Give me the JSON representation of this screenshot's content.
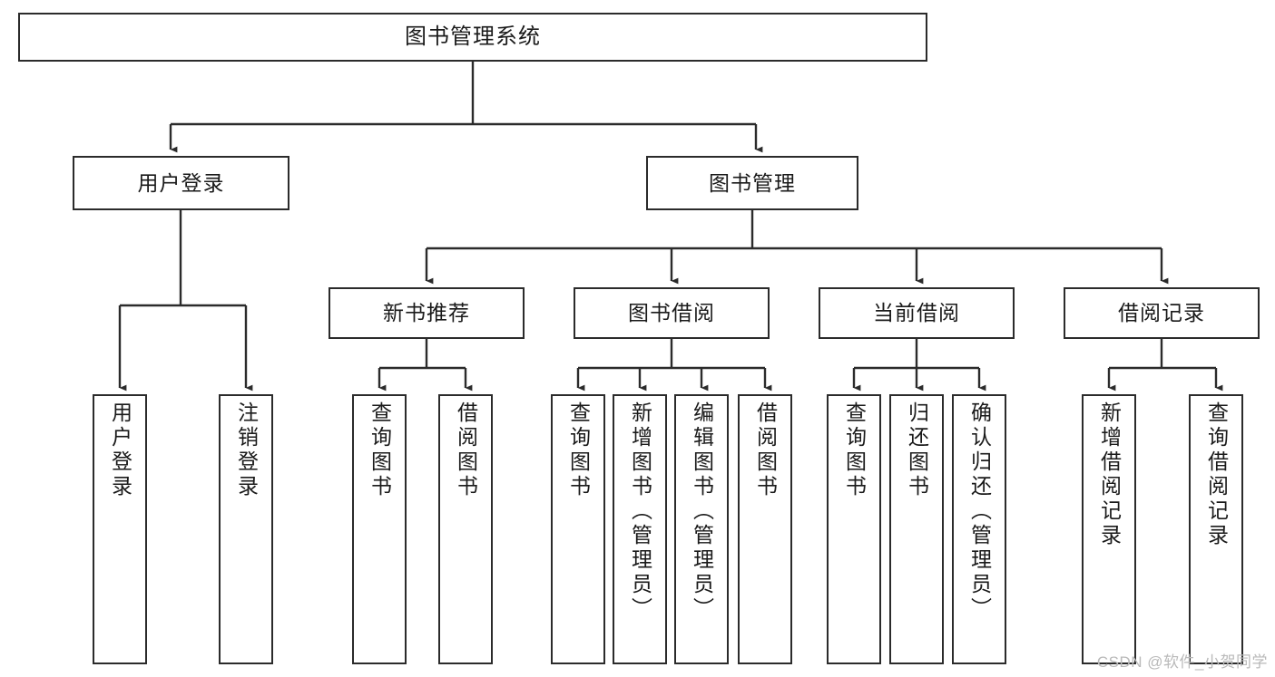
{
  "diagram": {
    "title": "图书管理系统",
    "type": "tree",
    "orientation": "top-down",
    "colors": {
      "box_border": "#2b2b2b",
      "box_fill": "#ffffff",
      "connector": "#2b2b2b",
      "text": "#1a1a1a",
      "background": "#ffffff",
      "watermark": "#b9b9b9"
    }
  },
  "nodes": {
    "root": {
      "label": "图书管理系统",
      "level": 1
    },
    "level2": [
      {
        "id": "user-login",
        "label": "用户登录"
      },
      {
        "id": "book-management",
        "label": "图书管理"
      }
    ],
    "level3": [
      {
        "id": "new-book-recommend",
        "label": "新书推荐",
        "parent": "book-management"
      },
      {
        "id": "book-borrow",
        "label": "图书借阅",
        "parent": "book-management"
      },
      {
        "id": "current-borrow",
        "label": "当前借阅",
        "parent": "book-management"
      },
      {
        "id": "borrow-record",
        "label": "借阅记录",
        "parent": "book-management"
      }
    ],
    "leaves": [
      {
        "id": "leaf-user-login",
        "label": "用户登录",
        "parent": "user-login"
      },
      {
        "id": "leaf-user-logout",
        "label": "注销登录",
        "parent": "user-login"
      },
      {
        "id": "leaf-query-book-1",
        "label": "查询图书",
        "parent": "new-book-recommend"
      },
      {
        "id": "leaf-borrow-book-1",
        "label": "借阅图书",
        "parent": "new-book-recommend"
      },
      {
        "id": "leaf-query-book-2",
        "label": "查询图书",
        "parent": "book-borrow"
      },
      {
        "id": "leaf-add-book",
        "label": "新增图书（管理员）",
        "parent": "book-borrow"
      },
      {
        "id": "leaf-edit-book",
        "label": "编辑图书（管理员）",
        "parent": "book-borrow"
      },
      {
        "id": "leaf-borrow-book-2",
        "label": "借阅图书",
        "parent": "book-borrow"
      },
      {
        "id": "leaf-query-book-3",
        "label": "查询图书",
        "parent": "current-borrow"
      },
      {
        "id": "leaf-return-book",
        "label": "归还图书",
        "parent": "current-borrow"
      },
      {
        "id": "leaf-confirm-return",
        "label": "确认归还（管理员）",
        "parent": "current-borrow"
      },
      {
        "id": "leaf-add-record",
        "label": "新增借阅记录",
        "parent": "borrow-record"
      },
      {
        "id": "leaf-query-record",
        "label": "查询借阅记录",
        "parent": "borrow-record"
      }
    ]
  },
  "watermark": {
    "text": "CSDN @软件_小贺同学"
  }
}
